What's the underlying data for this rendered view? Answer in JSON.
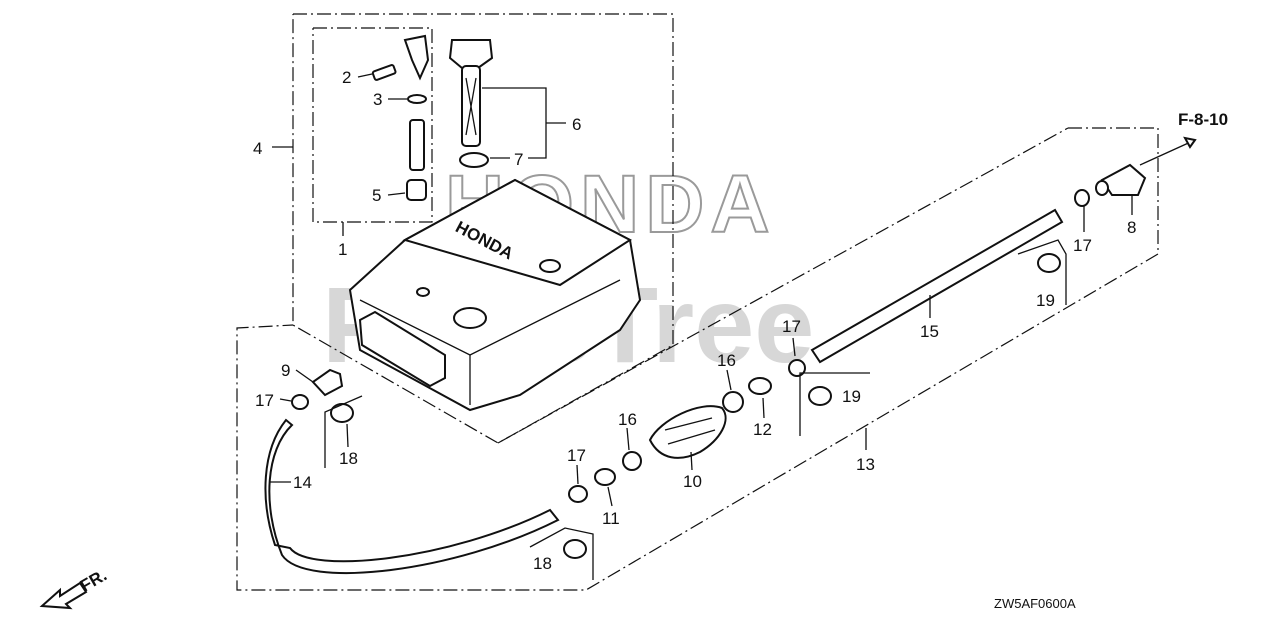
{
  "diagram": {
    "reference": "F-8-10",
    "drawing_code": "ZW5AF0600A",
    "front_marker": "FR.",
    "watermark_top": "HONDA",
    "watermark_bottom": "PartsTree",
    "tank_logo": "HONDA",
    "callouts": [
      "1",
      "2",
      "3",
      "4",
      "5",
      "6",
      "7",
      "8",
      "9",
      "10",
      "11",
      "12",
      "13",
      "14",
      "15",
      "16",
      "17",
      "18",
      "19"
    ],
    "repeat_labels": {
      "17": "17",
      "16": "16",
      "18": "18",
      "19": "19"
    }
  }
}
